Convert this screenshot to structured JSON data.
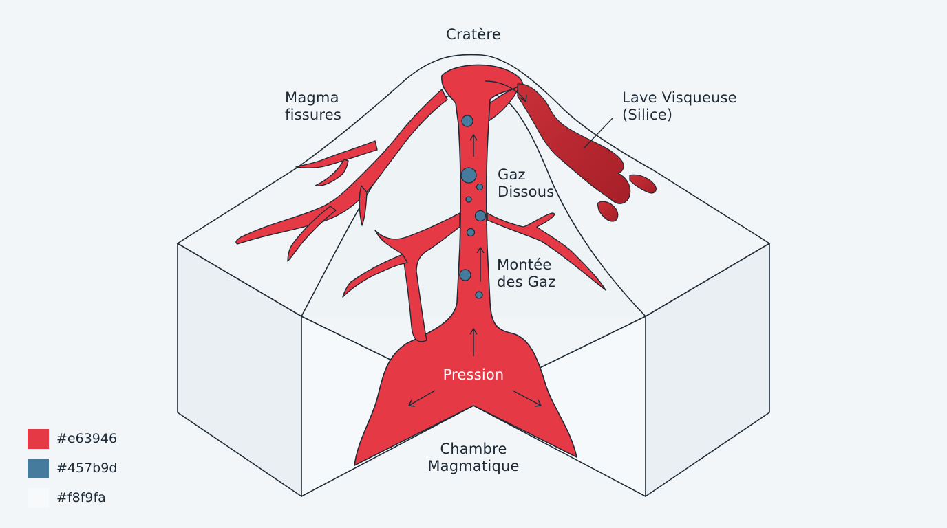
{
  "labels": {
    "crater": "Cratère",
    "magma_fissures": [
      "Magma",
      "fissures"
    ],
    "lava": [
      "Lave Visqueuse",
      "(Silice)"
    ],
    "gas_dissolved": [
      "Gaz",
      "Dissous"
    ],
    "gas_rise": [
      "Montée",
      "des Gaz"
    ],
    "pressure": "Pression",
    "chamber": [
      "Chambre",
      "Magmatique"
    ]
  },
  "legend": [
    {
      "color": "#e63946",
      "label": "#e63946"
    },
    {
      "color": "#457b9d",
      "label": "#457b9d"
    },
    {
      "color": "#f8f9fa",
      "label": "#f8f9fa"
    }
  ],
  "colors": {
    "magma": "#e63946",
    "gas": "#457b9d",
    "background": "#f8f9fa",
    "viscous_lava": "#b0262e",
    "outline": "#1e2a35"
  }
}
